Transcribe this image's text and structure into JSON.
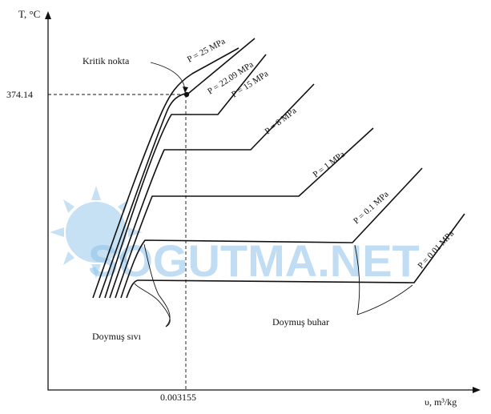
{
  "diagram": {
    "y_axis_label": "T, °C",
    "x_axis_label": "υ, m³/kg",
    "critical_temperature": "374.14",
    "critical_volume": "0.003155",
    "critical_point_label": "Kritik nokta",
    "saturated_liquid_label": "Doymuş sıvı",
    "saturated_vapor_label": "Doymuş buhar",
    "isobars": [
      {
        "label": "P = 25 MPa"
      },
      {
        "label": "P = 22.09 MPa"
      },
      {
        "label": "P = 15 MPa"
      },
      {
        "label": "P = 8 MPa"
      },
      {
        "label": "P = 1 MPa"
      },
      {
        "label": "P = 0.1 MPa"
      },
      {
        "label": "P = 0.01 MPa"
      }
    ]
  },
  "watermark": {
    "text": "SOGUTMA.NET",
    "color": "#8fc3ea"
  }
}
